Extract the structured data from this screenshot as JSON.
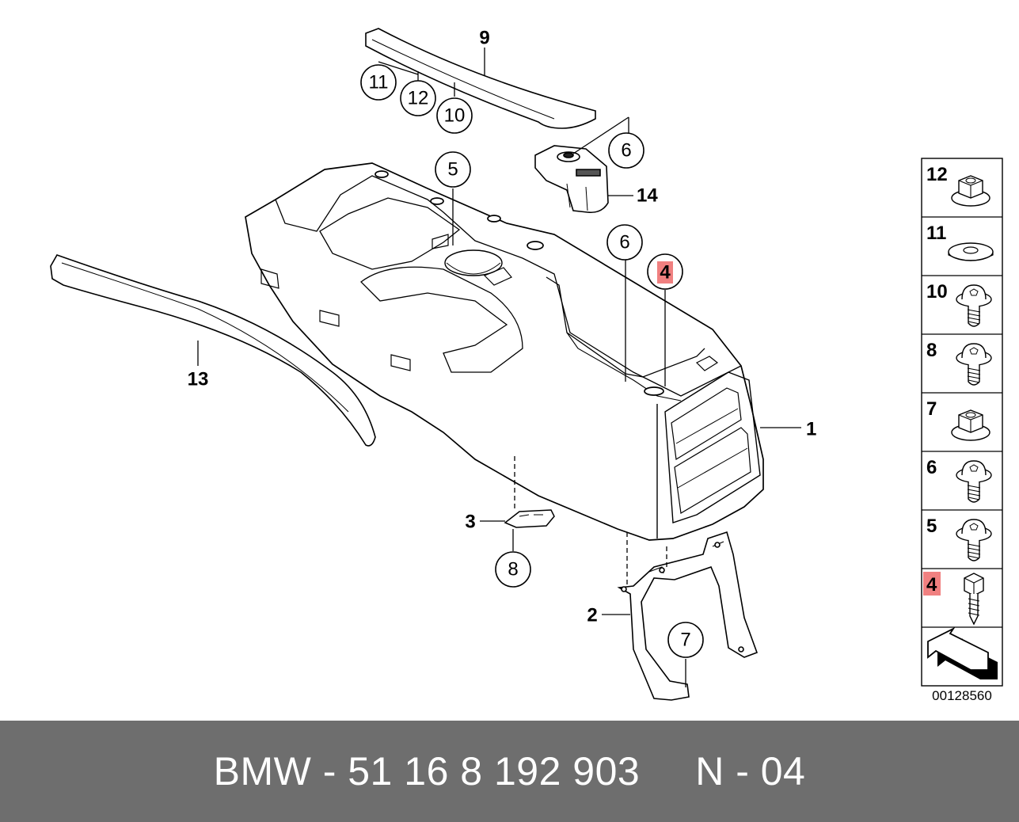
{
  "diagram": {
    "callouts": [
      "9",
      "11",
      "12",
      "10",
      "6",
      "14",
      "5",
      "6",
      "4",
      "13",
      "1",
      "3",
      "8",
      "2",
      "7"
    ],
    "legend": [
      {
        "label": "12",
        "icon": "flange-nut-icon"
      },
      {
        "label": "11",
        "icon": "washer-icon"
      },
      {
        "label": "10",
        "icon": "collar-screw-icon"
      },
      {
        "label": "8",
        "icon": "collar-screw-icon"
      },
      {
        "label": "7",
        "icon": "flange-nut-icon"
      },
      {
        "label": "6",
        "icon": "collar-screw-icon"
      },
      {
        "label": "5",
        "icon": "collar-screw-icon"
      },
      {
        "label": "4",
        "icon": "hex-bolt-icon"
      }
    ],
    "highlight_color": "#f08080",
    "image_number": "00128560"
  },
  "footer": {
    "part_number": "BMW - 51 16 8 192 903",
    "page_code": "N - 04"
  }
}
